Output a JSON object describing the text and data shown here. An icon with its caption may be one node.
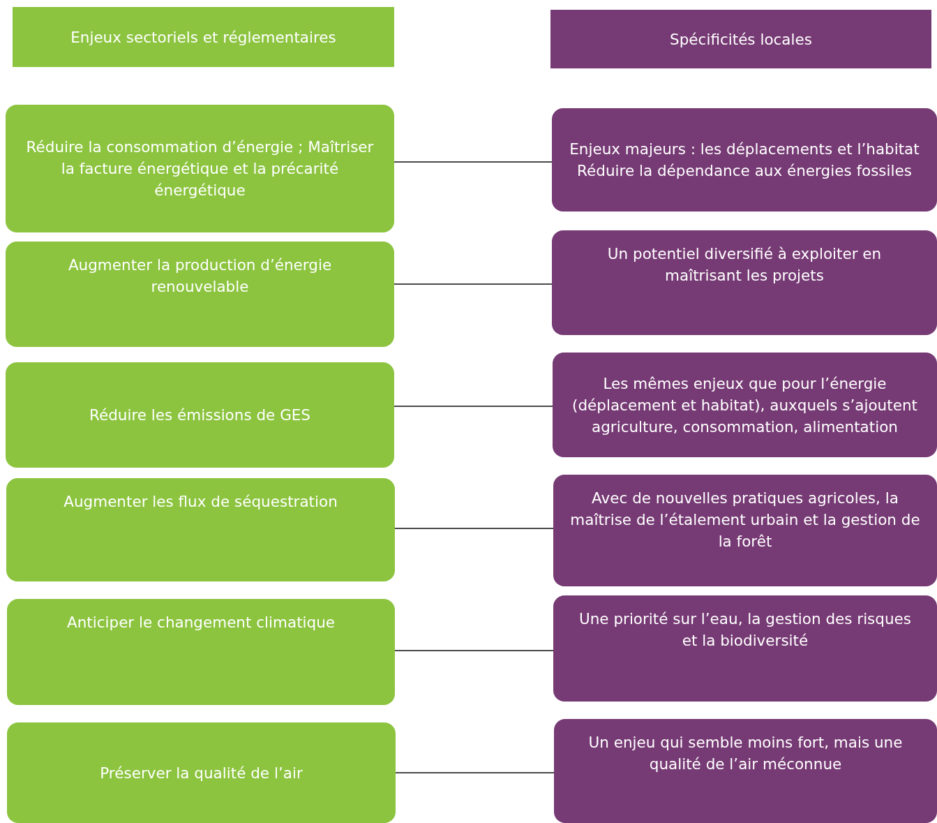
{
  "diagram": {
    "nodes": [
      {
        "text": [
          "Enjeux sectoriels et réglementaires"
        ]
      },
      {
        "text": [
          "Spécificités locales"
        ]
      },
      {
        "text": [
          "Réduire la consommation d’énergie ; Maîtriser la facture énergétique et la précarité énergétique"
        ]
      },
      {
        "text": [
          "Enjeux majeurs : les déplacements et l’habitat",
          "Réduire la dépendance aux énergies fossiles"
        ]
      },
      {
        "text": [
          "Augmenter la production d’énergie renouvelable"
        ]
      },
      {
        "text": [
          "Un potentiel diversifié à exploiter en maîtrisant les projets"
        ]
      },
      {
        "text": [
          "Réduire les émissions de GES"
        ]
      },
      {
        "text": [
          "Les mêmes enjeux que pour l’énergie (déplacement et habitat), auxquels s’ajoutent agriculture, consommation, alimentation"
        ]
      },
      {
        "text": [
          "Augmenter les flux de séquestration"
        ]
      },
      {
        "text": [
          "Avec de nouvelles pratiques agricoles, la maîtrise de l’étalement urbain et la gestion de la forêt"
        ]
      },
      {
        "text": [
          "Anticiper le changement climatique"
        ]
      },
      {
        "text": [
          "Une priorité sur l’eau, la gestion des risques et la biodiversité"
        ]
      },
      {
        "text": [
          "Préserver la qualité de l’air"
        ]
      },
      {
        "text": [
          "Un enjeu qui semble moins fort, mais une qualité de l’air méconnue"
        ]
      }
    ],
    "edges": [
      {
        "from": 2,
        "to": 3,
        "arrow": "none"
      },
      {
        "from": 4,
        "to": 5,
        "arrow": "none"
      },
      {
        "from": 6,
        "to": 7,
        "arrow": "none"
      },
      {
        "from": 8,
        "to": 9,
        "arrow": "none"
      },
      {
        "from": 10,
        "to": 11,
        "arrow": "none"
      },
      {
        "from": 12,
        "to": 13,
        "arrow": "none"
      }
    ]
  }
}
